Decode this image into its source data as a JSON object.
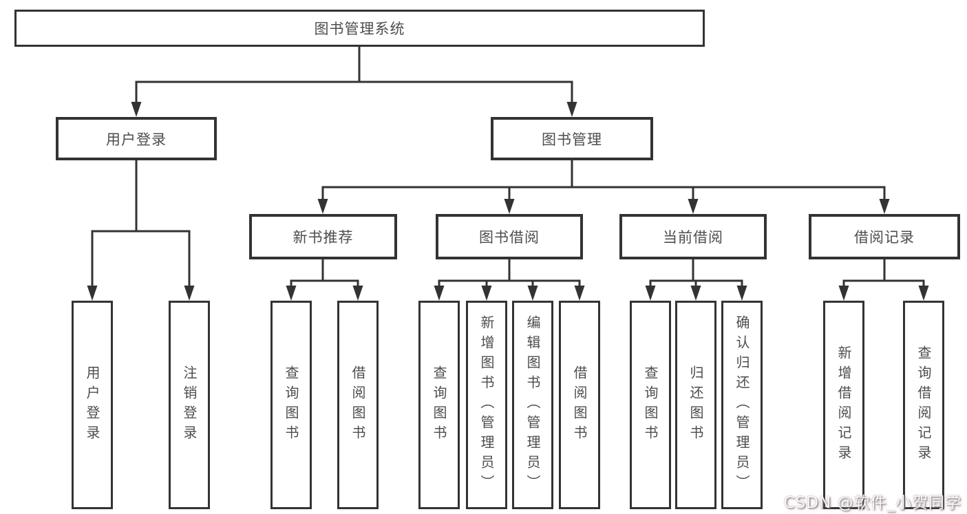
{
  "diagram_title": "图书管理系统",
  "tree": {
    "label": "图书管理系统",
    "children": [
      {
        "label": "用户登录",
        "children": [
          {
            "label": "用户登录"
          },
          {
            "label": "注销登录"
          }
        ]
      },
      {
        "label": "图书管理",
        "children": [
          {
            "label": "新书推荐",
            "children": [
              {
                "label": "查询图书"
              },
              {
                "label": "借阅图书"
              }
            ]
          },
          {
            "label": "图书借阅",
            "children": [
              {
                "label": "查询图书"
              },
              {
                "label": "新增图书（管理员）"
              },
              {
                "label": "编辑图书（管理员）"
              },
              {
                "label": "借阅图书"
              }
            ]
          },
          {
            "label": "当前借阅",
            "children": [
              {
                "label": "查询图书"
              },
              {
                "label": "归还图书"
              },
              {
                "label": "确认归还（管理员）"
              }
            ]
          },
          {
            "label": "借阅记录",
            "children": [
              {
                "label": "新增借阅记录"
              },
              {
                "label": "查询借阅记录"
              }
            ]
          }
        ]
      }
    ]
  },
  "watermark": {
    "text": "CSDN @软件_小贺同学"
  },
  "colors": {
    "line": "#333333",
    "box_border": "#333333",
    "box_fill": "#ffffff",
    "text": "#4d4d4d",
    "background": "#ffffff",
    "watermark_text": "#ffffff"
  }
}
